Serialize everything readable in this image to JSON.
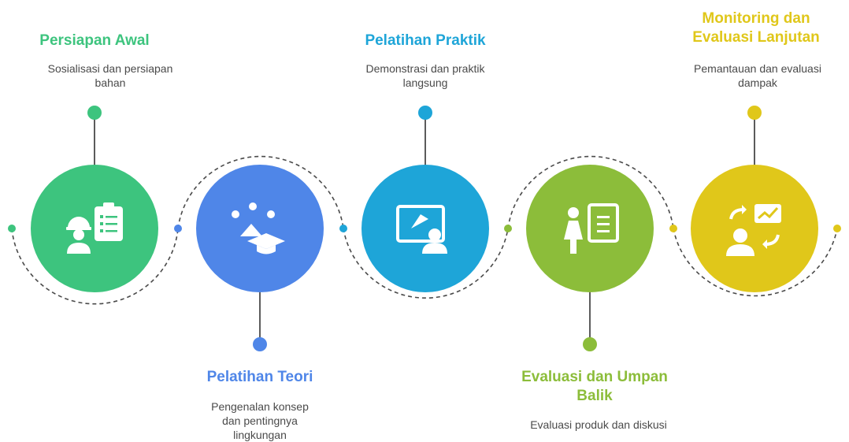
{
  "steps": [
    {
      "title": "Persiapan Awal",
      "description": "Sosialisasi dan persiapan bahan",
      "color": "#3dc47e",
      "icon": "worker-checklist-icon"
    },
    {
      "title": "Pelatihan Teori",
      "description": "Pengenalan konsep dan pentingnya lingkungan",
      "color": "#4f86e8",
      "icon": "graduation-concepts-icon"
    },
    {
      "title": "Pelatihan Praktik",
      "description": "Demonstrasi dan praktik langsung",
      "color": "#1ea5d8",
      "icon": "screen-demonstration-icon"
    },
    {
      "title": "Evaluasi dan Umpan Balik",
      "description": "Evaluasi produk dan diskusi",
      "color": "#8cbd3a",
      "icon": "person-evaluation-icon"
    },
    {
      "title": "Monitoring dan Evaluasi Lanjutan",
      "description": "Pemantauan dan evaluasi dampak",
      "color": "#e0c71a",
      "icon": "monitoring-chart-icon"
    }
  ]
}
